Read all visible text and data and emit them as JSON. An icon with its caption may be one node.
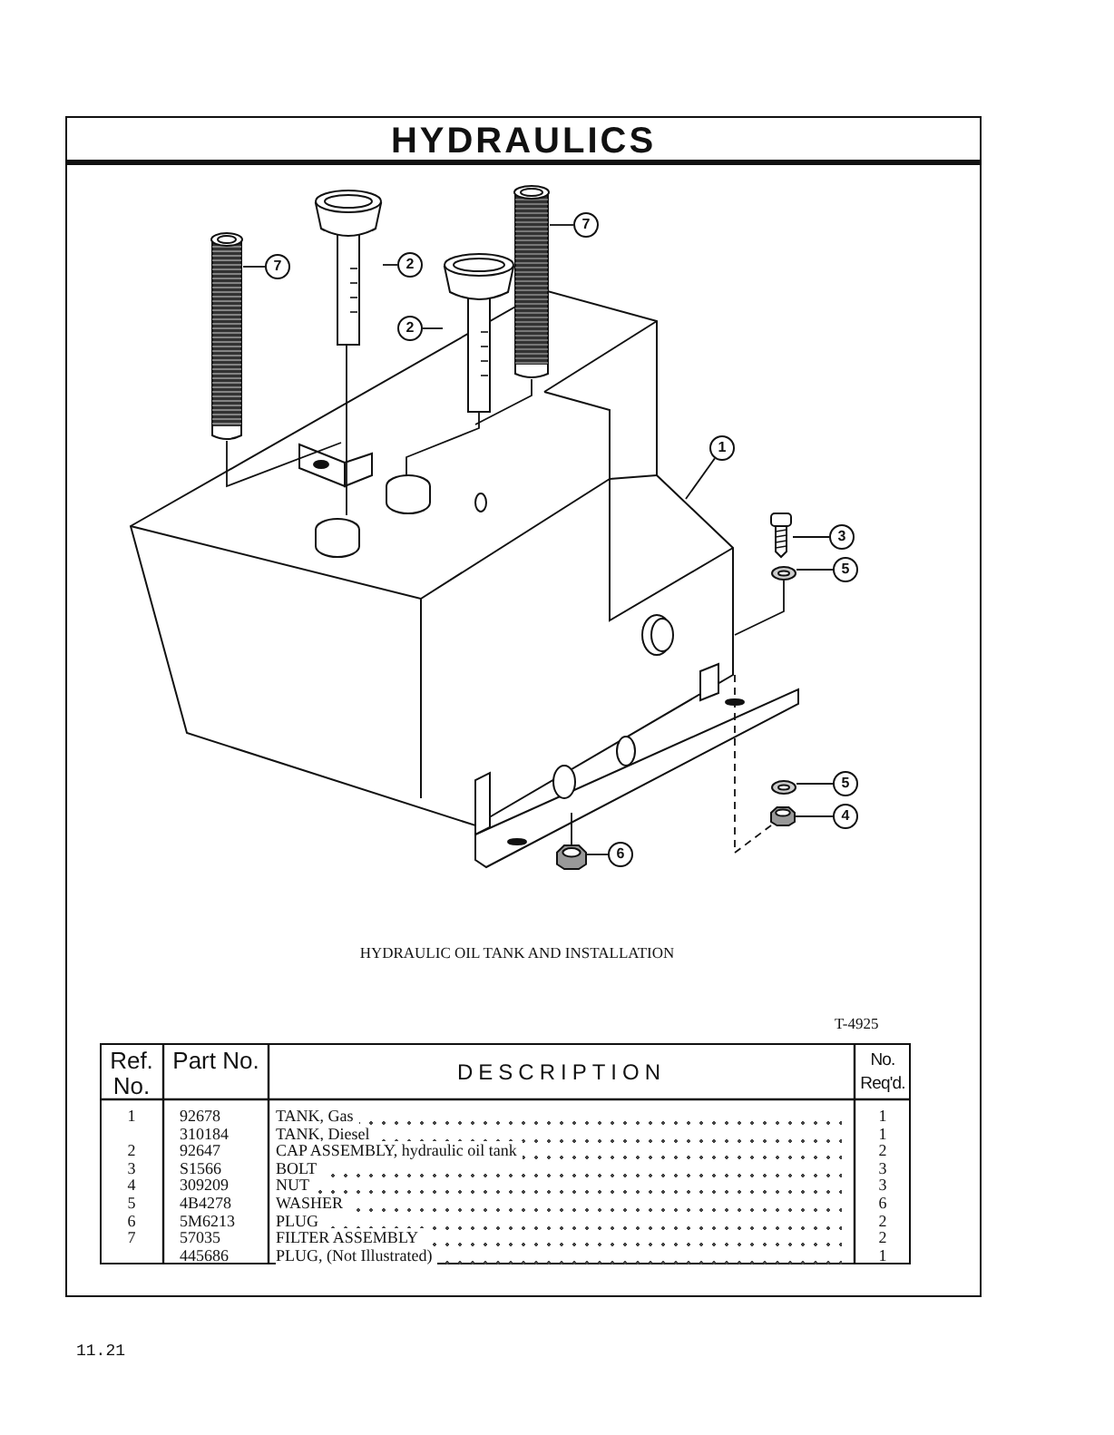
{
  "diagram": {
    "title": "HYDRAULICS",
    "caption": "HYDRAULIC OIL TANK AND INSTALLATION",
    "nodes": [
      {
        "text": [
          "7"
        ]
      },
      {
        "text": [
          "2"
        ]
      },
      {
        "text": [
          "2"
        ]
      },
      {
        "text": [
          "7"
        ]
      },
      {
        "text": [
          "1"
        ]
      },
      {
        "text": [
          "3"
        ]
      },
      {
        "text": [
          "5"
        ]
      },
      {
        "text": [
          "5"
        ]
      },
      {
        "text": [
          "4"
        ]
      },
      {
        "text": [
          "6"
        ]
      },
      {
        "text": [],
        "shape": "picture"
      },
      {
        "text": [],
        "shape": "picture"
      },
      {
        "text": [],
        "shape": "picture"
      },
      {
        "text": [],
        "shape": "picture"
      },
      {
        "text": [],
        "shape": "picture"
      },
      {
        "text": [],
        "shape": "picture"
      },
      {
        "text": [],
        "shape": "picture"
      },
      {
        "text": [],
        "shape": "picture"
      },
      {
        "text": [],
        "shape": "picture"
      },
      {
        "text": [],
        "shape": "picture"
      }
    ],
    "edges": [
      {
        "from": 0,
        "to": 10,
        "arrow": "none"
      },
      {
        "from": 1,
        "to": 11,
        "arrow": "none"
      },
      {
        "from": 2,
        "to": 12,
        "arrow": "none"
      },
      {
        "from": 3,
        "to": 13,
        "arrow": "none"
      },
      {
        "from": 4,
        "to": 14,
        "arrow": "none"
      },
      {
        "from": 5,
        "to": 15,
        "arrow": "none"
      },
      {
        "from": 6,
        "to": 16,
        "arrow": "none"
      },
      {
        "from": 7,
        "to": 17,
        "arrow": "none"
      },
      {
        "from": 8,
        "to": 18,
        "arrow": "none"
      },
      {
        "from": 9,
        "to": 19,
        "arrow": "none"
      },
      {
        "from": 10,
        "to": 14,
        "arrow": "none"
      },
      {
        "from": 11,
        "to": 14,
        "arrow": "none"
      },
      {
        "from": 12,
        "to": 14,
        "arrow": "none"
      },
      {
        "from": 13,
        "to": 14,
        "arrow": "none"
      },
      {
        "from": 16,
        "to": 14,
        "arrow": "none"
      },
      {
        "from": 14,
        "to": 18,
        "arrow": "none",
        "style": "dashed"
      },
      {
        "from": 19,
        "to": 14,
        "arrow": "none"
      }
    ],
    "labels": [
      "T-4925",
      "Ref. No.",
      "Part No.",
      "DESCRIPTION",
      "No. Req'd.",
      "1",
      "92678",
      "TANK, Gas",
      "1",
      "310184",
      "TANK, Diesel",
      "1",
      "2",
      "92647",
      "CAP ASSEMBLY, hydraulic oil tank",
      "2",
      "3",
      "S1566",
      "BOLT",
      "3",
      "4",
      "309209",
      "NUT",
      "3",
      "5",
      "4B4278",
      "WASHER",
      "6",
      "6",
      "5M6213",
      "PLUG",
      "2",
      "7",
      "57035",
      "FILTER ASSEMBLY",
      "2",
      "445686",
      "PLUG, (Not Illustrated)",
      "1",
      "11.21"
    ]
  }
}
